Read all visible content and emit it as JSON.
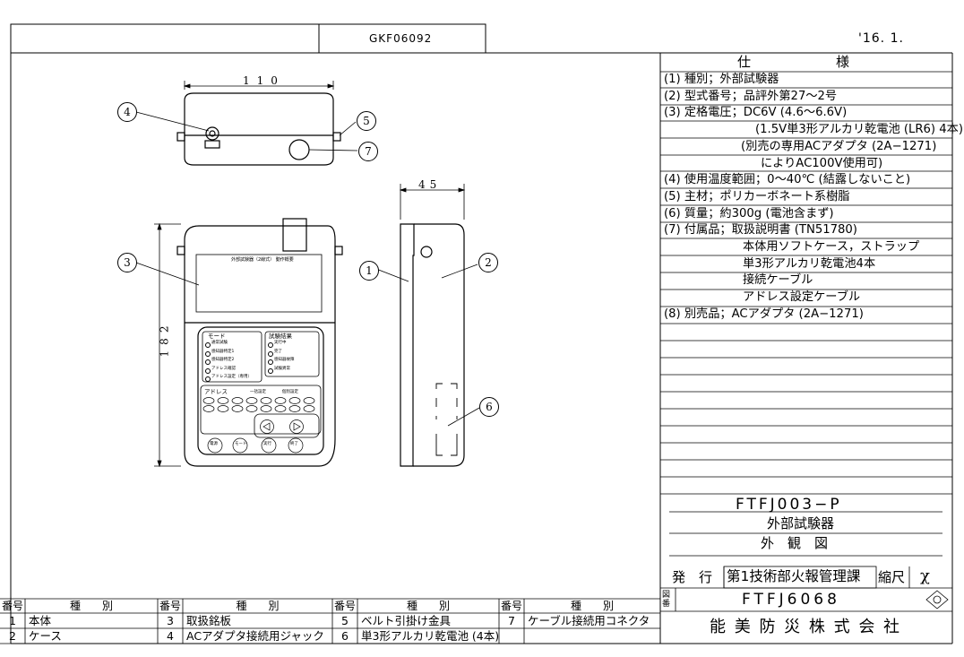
{
  "header": {
    "doc_code": "GKF06092",
    "date": "'16. 1."
  },
  "spec": {
    "title_left": "仕",
    "title_right": "様",
    "lines": [
      "(1) 種別；外部試験器",
      "(2) 型式番号；品評外第27～2号",
      "(3) 定格電圧；DC6V (4.6～6.6V)",
      "(1.5V単3形アルカリ乾電池 (LR6) 4本)",
      "(別売の専用ACアダプタ (2A−1271)",
      "によりAC100V使用可)",
      "(4) 使用温度範囲；0～40℃ (結露しないこと)",
      "(5) 主材；ポリカーボネート系樹脂",
      "(6) 質量；約300g (電池含まず)",
      "(7) 付属品；取扱説明書 (TN51780)",
      "本体用ソフトケース，ストラップ",
      "単3形アルカリ乾電池4本",
      "接続ケーブル",
      "アドレス設定ケーブル",
      "(8) 別売品；ACアダプタ (2A−1271)"
    ]
  },
  "title_block": {
    "model": "FTFJ003−P",
    "name": "外部試験器",
    "view": "外　観　図",
    "issue_label": "発　行",
    "department": "第1技術部火報管理課",
    "scale_label": "縮尺",
    "scale_value": "χ",
    "drawing_no_label": "図番",
    "drawing_no": "FTFJ6068",
    "company": "能 美 防 災 株 式 会 社"
  },
  "parts_table": {
    "headers": [
      "番号",
      "種　　別",
      "番号",
      "種　　別",
      "番号",
      "種　　別",
      "番号",
      "種　　別"
    ],
    "row1": [
      "1",
      "本体",
      "3",
      "取扱銘板",
      "5",
      "ベルト引掛け金具",
      "7",
      "ケーブル接続用コネクタ"
    ],
    "row2": [
      "2",
      "ケース",
      "4",
      "ACアダプタ接続用ジャック",
      "6",
      "単3形アルカリ乾電池 (4本)",
      "",
      ""
    ]
  },
  "drawing": {
    "dim_top": "110",
    "dim_side": "45",
    "dim_height": "182",
    "callouts": [
      "1",
      "2",
      "3",
      "4",
      "5",
      "6",
      "7"
    ],
    "panel_mode_title": "モード",
    "panel_mode_items": [
      "通常試験",
      "感知器特定1",
      "感知器特定2",
      "アドレス確認",
      "アドレス設定（専用）"
    ],
    "panel_result_title": "試験結果",
    "panel_result_items": [
      "実行中",
      "完了",
      "感知器故障",
      "試験異常"
    ],
    "panel_address_title": "アドレス",
    "panel_address_opt1": "一括設定",
    "panel_address_opt2": "個別設定",
    "buttons": [
      "電源",
      "モード",
      "実行",
      "終了"
    ],
    "label_plate_title": "外部試験器（2線式） 動作概要"
  }
}
